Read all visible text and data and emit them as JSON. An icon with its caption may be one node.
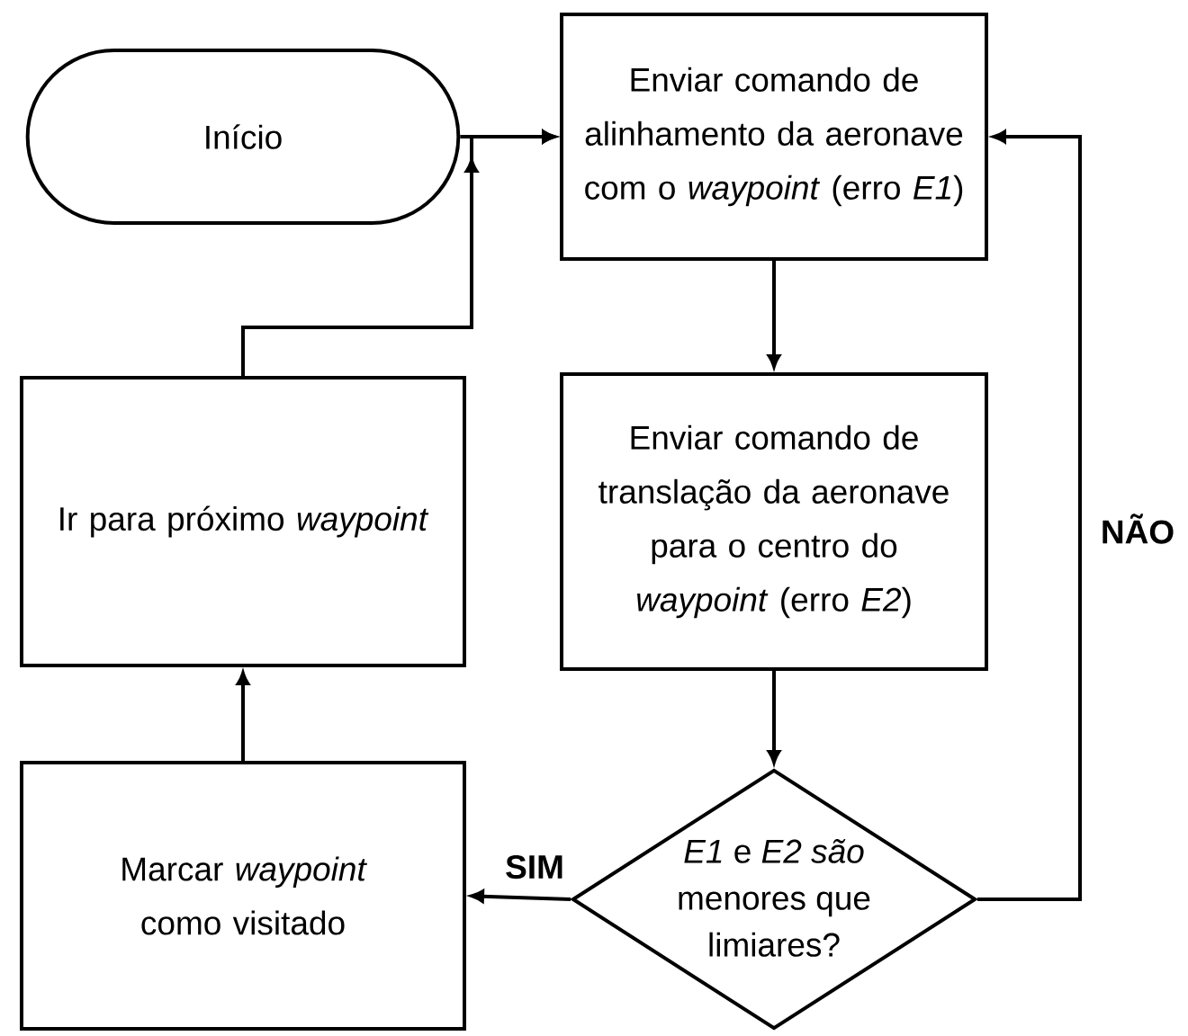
{
  "diagram": {
    "nodes": [
      {
        "text": [
          "Início"
        ]
      },
      {
        "text": [
          "Enviar comando de alinhamento da aeronave com o *waypoint* (erro *E1*)"
        ]
      },
      {
        "text": [
          "Enviar comando de translação da aeronave para o centro do *waypoint* (erro *E2*)"
        ]
      },
      {
        "text": [
          "*E1* e *E2* *são* menores que limiares?"
        ]
      },
      {
        "text": [
          "Marcar *waypoint* como visitado"
        ]
      },
      {
        "text": [
          "Ir para próximo *waypoint*"
        ]
      }
    ],
    "edges": [
      {
        "from": 0,
        "to": 1,
        "arrow": "to"
      },
      {
        "from": 1,
        "to": 2,
        "arrow": "to"
      },
      {
        "from": 2,
        "to": 3,
        "arrow": "to"
      },
      {
        "from": 3,
        "to": 4,
        "arrow": "to",
        "label": "SIM"
      },
      {
        "from": 3,
        "to": 1,
        "arrow": "to",
        "label": "NÃO"
      },
      {
        "from": 4,
        "to": 5,
        "arrow": "to"
      },
      {
        "from": 5,
        "to": 1,
        "arrow": "to"
      }
    ]
  }
}
